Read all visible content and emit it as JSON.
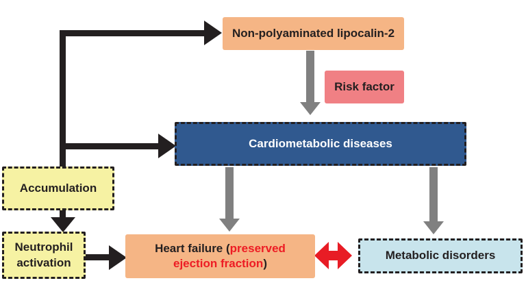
{
  "figure": {
    "type": "flowchart",
    "nodes": {
      "lipocalin2": {
        "label": "Non-polyaminated lipocalin-2",
        "fill": "#F5B585",
        "text_color": "#231F20"
      },
      "risk_factor": {
        "label": "Risk factor",
        "fill": "#F08084",
        "text_color": "#231F20"
      },
      "cardiometabolic": {
        "label": "Cardiometabolic diseases",
        "fill": "#30598F",
        "text_color": "#FFFFFF",
        "border": "black-dashed"
      },
      "accumulation": {
        "label": "Accumulation",
        "fill": "#F6F2A3",
        "text_color": "#231F20",
        "border": "black-dashed"
      },
      "neutrophil_activation": {
        "label": "Neutrophil activation",
        "fill": "#F6F2A3",
        "text_color": "#231F20",
        "border": "black-dashed"
      },
      "heart_failure": {
        "label_prefix": "Heart failure (",
        "label_highlight": "preserved ejection fraction",
        "label_suffix": ")",
        "fill": "#F5B585",
        "text_color": "#231F20",
        "highlight_color": "#ED1C24"
      },
      "metabolic_disorders": {
        "label": "Metabolic disorders",
        "fill": "#C8E4EC",
        "text_color": "#231F20",
        "border": "black-dashed"
      }
    },
    "edges": [
      {
        "id": "junction-to-lipocalin2",
        "style": "black-arrow",
        "from": "accumulation",
        "to": "lipocalin2"
      },
      {
        "id": "junction-to-cardiometabolic",
        "style": "black-arrow",
        "from": "accumulation",
        "to": "cardiometabolic"
      },
      {
        "id": "lipocalin2-to-cardiometabolic",
        "style": "gray-arrow",
        "from": "lipocalin2",
        "to": "cardiometabolic",
        "side_label": "Risk factor"
      },
      {
        "id": "accumulation-to-neutrophil",
        "style": "black-arrow",
        "from": "accumulation",
        "to": "neutrophil_activation"
      },
      {
        "id": "neutrophil-to-heart-failure",
        "style": "black-arrow",
        "from": "neutrophil_activation",
        "to": "heart_failure"
      },
      {
        "id": "cardiometabolic-to-heart-failure",
        "style": "gray-arrow",
        "from": "cardiometabolic",
        "to": "heart_failure"
      },
      {
        "id": "cardiometabolic-to-metabolic-disorders",
        "style": "gray-arrow",
        "from": "cardiometabolic",
        "to": "metabolic_disorders"
      },
      {
        "id": "heart-failure-and-metabolic-disorders",
        "style": "red-double-arrow",
        "from": "heart_failure",
        "to": "metabolic_disorders"
      }
    ],
    "palette": {
      "peach": "#F5B585",
      "pink": "#F08084",
      "dark_blue": "#30598F",
      "yellow": "#F6F2A3",
      "light_blue": "#C8E4EC",
      "gray_arrow": "#808080",
      "black_arrow": "#231F20",
      "red_arrow": "#E81C25",
      "red_text": "#ED1C24"
    }
  }
}
